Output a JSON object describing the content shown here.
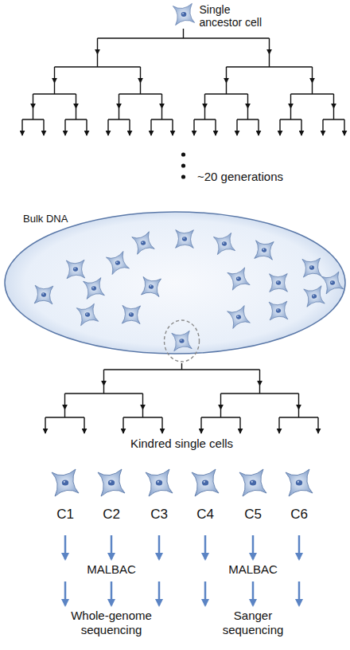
{
  "diagram": {
    "nodes": [
      {
        "text": [
          "Single ancestor cell"
        ]
      },
      {
        "text": [
          "Bulk DNA"
        ]
      },
      {
        "text": [
          "C1"
        ]
      },
      {
        "text": [
          "C2"
        ]
      },
      {
        "text": [
          "C3"
        ]
      },
      {
        "text": [
          "C4"
        ]
      },
      {
        "text": [
          "C5"
        ]
      },
      {
        "text": [
          "C6"
        ]
      }
    ],
    "labels": [
      "~20 generations",
      "Kindred single cells",
      "MALBAC",
      "MALBAC",
      "Whole-genome sequencing",
      "Sanger sequencing"
    ]
  }
}
